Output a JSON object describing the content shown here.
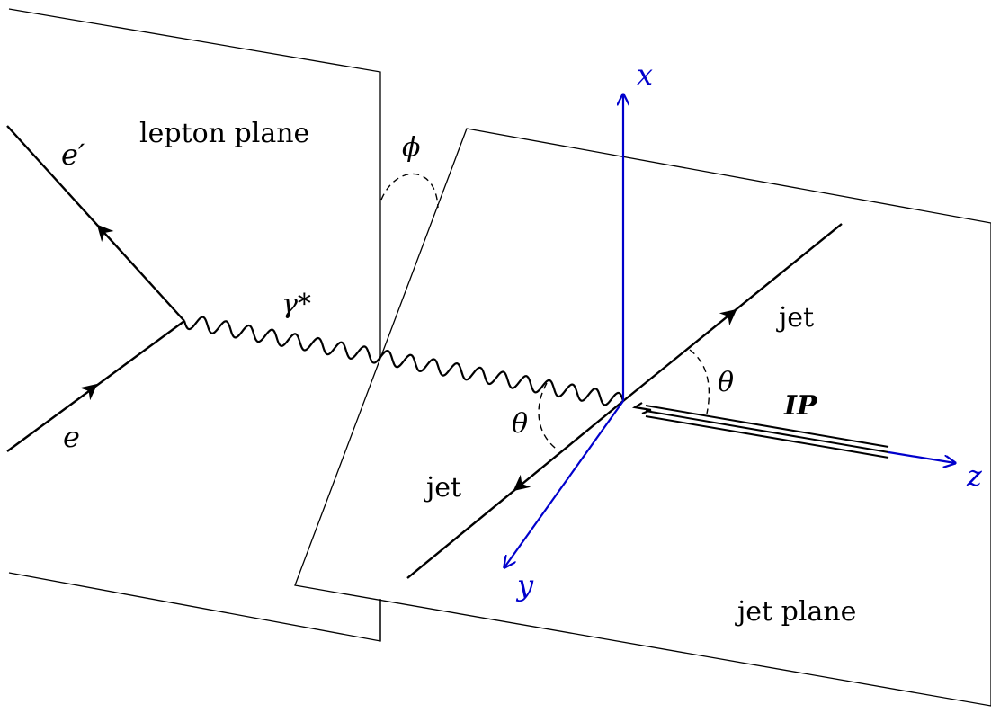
{
  "labels": {
    "lepton_plane": "lepton plane",
    "jet_plane": "jet plane",
    "e_prime": "e′",
    "e": "e",
    "gamma_star": "γ*",
    "phi": "ϕ",
    "theta_right": "θ",
    "theta_left": "θ",
    "jet_upper": "jet",
    "jet_lower": "jet",
    "pomeron": "IP",
    "axis_x": "x",
    "axis_y": "y",
    "axis_z": "z"
  },
  "colors": {
    "axis": "#0000cc",
    "line": "#000000"
  }
}
